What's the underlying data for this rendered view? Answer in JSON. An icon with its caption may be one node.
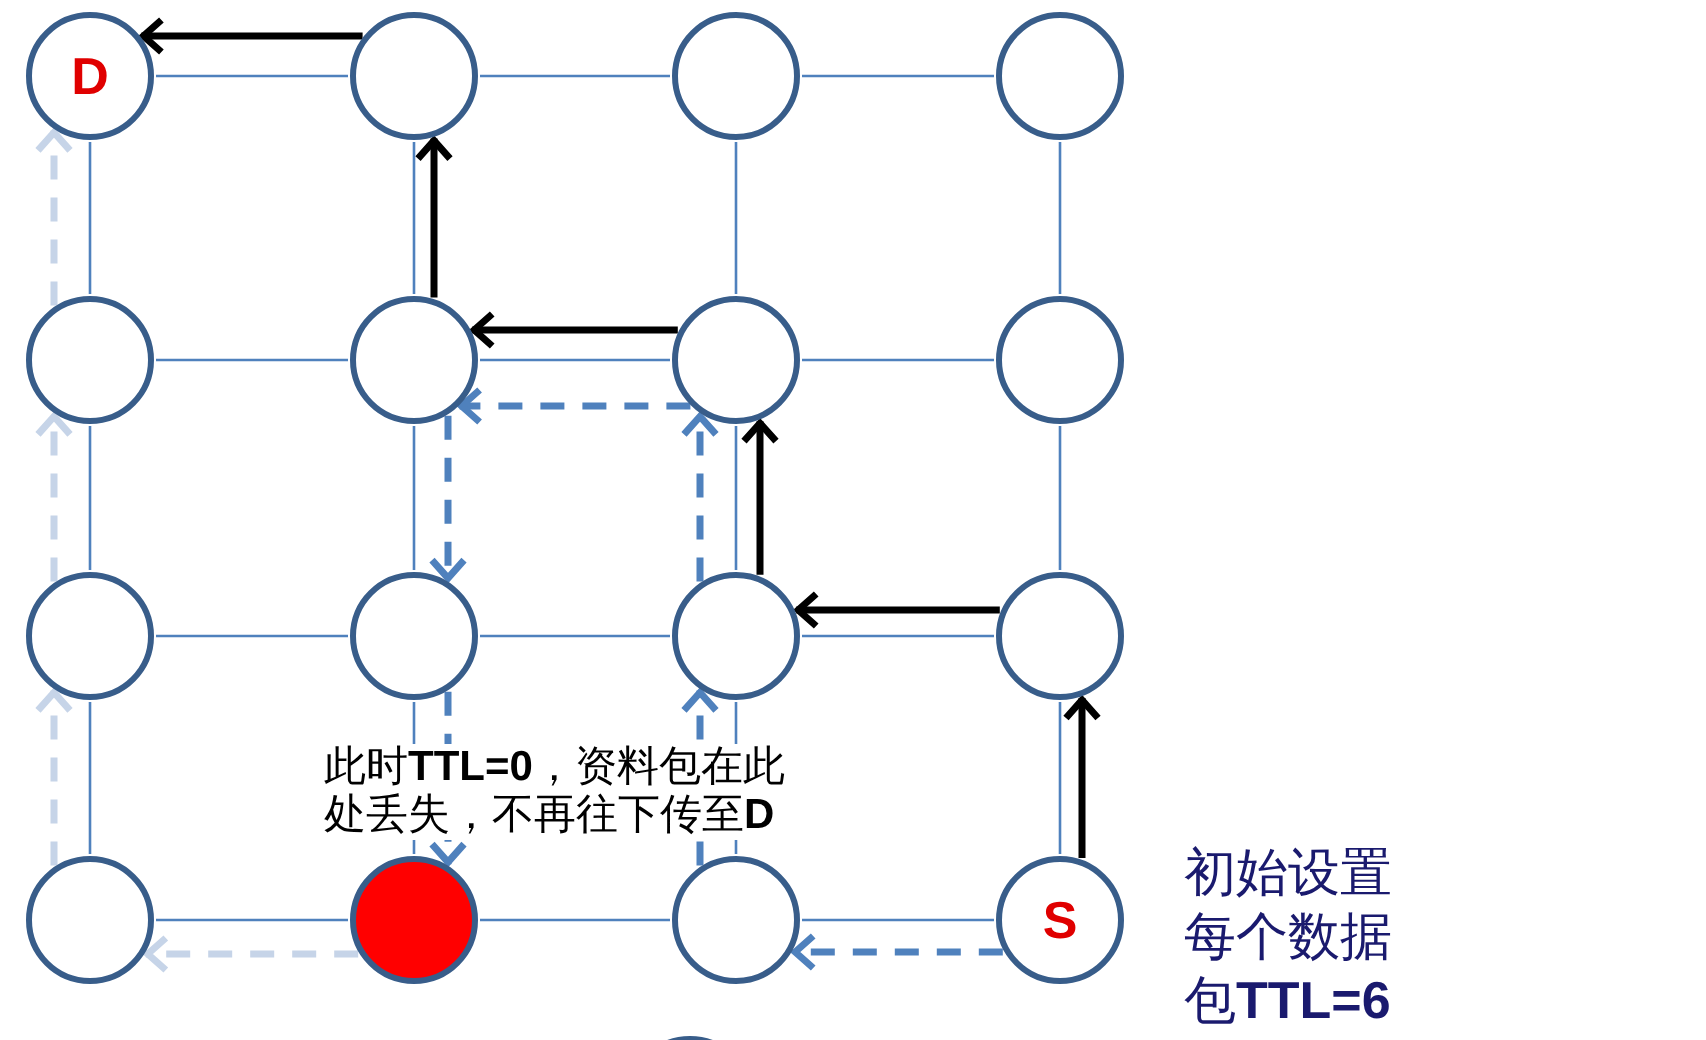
{
  "diagram": {
    "nodes": [
      {
        "text": [
          "D"
        ]
      },
      {
        "text": [],
        "shape": "circle"
      },
      {
        "text": [],
        "shape": "circle"
      },
      {
        "text": [],
        "shape": "circle"
      },
      {
        "text": [],
        "shape": "circle"
      },
      {
        "text": [],
        "shape": "circle"
      },
      {
        "text": [],
        "shape": "circle"
      },
      {
        "text": [],
        "shape": "circle"
      },
      {
        "text": [],
        "shape": "circle"
      },
      {
        "text": [],
        "shape": "circle"
      },
      {
        "text": [],
        "shape": "circle"
      },
      {
        "text": [],
        "shape": "circle"
      },
      {
        "text": [],
        "shape": "circle"
      },
      {
        "text": [],
        "shape": "circle"
      },
      {
        "text": [],
        "shape": "circle"
      },
      {
        "text": [
          "S"
        ]
      },
      {
        "text": [],
        "shape": "circle"
      }
    ],
    "edges": [
      {
        "from": 0,
        "to": 1,
        "arrow": "none"
      },
      {
        "from": 1,
        "to": 2,
        "arrow": "none"
      },
      {
        "from": 2,
        "to": 3,
        "arrow": "none"
      },
      {
        "from": 4,
        "to": 5,
        "arrow": "none"
      },
      {
        "from": 5,
        "to": 6,
        "arrow": "none"
      },
      {
        "from": 6,
        "to": 7,
        "arrow": "none"
      },
      {
        "from": 8,
        "to": 9,
        "arrow": "none"
      },
      {
        "from": 9,
        "to": 10,
        "arrow": "none"
      },
      {
        "from": 10,
        "to": 11,
        "arrow": "none"
      },
      {
        "from": 12,
        "to": 13,
        "arrow": "none"
      },
      {
        "from": 13,
        "to": 14,
        "arrow": "none"
      },
      {
        "from": 14,
        "to": 15,
        "arrow": "none"
      },
      {
        "from": 0,
        "to": 4,
        "arrow": "none"
      },
      {
        "from": 4,
        "to": 8,
        "arrow": "none"
      },
      {
        "from": 8,
        "to": 12,
        "arrow": "none"
      },
      {
        "from": 1,
        "to": 5,
        "arrow": "none"
      },
      {
        "from": 5,
        "to": 9,
        "arrow": "none"
      },
      {
        "from": 9,
        "to": 13,
        "arrow": "none"
      },
      {
        "from": 2,
        "to": 6,
        "arrow": "none"
      },
      {
        "from": 6,
        "to": 10,
        "arrow": "none"
      },
      {
        "from": 10,
        "to": 14,
        "arrow": "none"
      },
      {
        "from": 3,
        "to": 7,
        "arrow": "none"
      },
      {
        "from": 7,
        "to": 11,
        "arrow": "none"
      },
      {
        "from": 11,
        "to": 15,
        "arrow": "none"
      },
      {
        "from": 15,
        "to": 11,
        "arrow": "to",
        "style": "thick",
        "color": "#000000"
      },
      {
        "from": 11,
        "to": 10,
        "arrow": "to",
        "style": "thick",
        "color": "#000000"
      },
      {
        "from": 10,
        "to": 6,
        "arrow": "to",
        "style": "thick",
        "color": "#000000"
      },
      {
        "from": 6,
        "to": 5,
        "arrow": "to",
        "style": "thick",
        "color": "#000000"
      },
      {
        "from": 5,
        "to": 1,
        "arrow": "to",
        "style": "thick",
        "color": "#000000"
      },
      {
        "from": 1,
        "to": 0,
        "arrow": "to",
        "style": "thick",
        "color": "#000000"
      },
      {
        "from": 15,
        "to": 14,
        "arrow": "to",
        "style": "dashed"
      },
      {
        "from": 14,
        "to": 10,
        "arrow": "to",
        "style": "dashed"
      },
      {
        "from": 10,
        "to": 6,
        "arrow": "to",
        "style": "dashed"
      },
      {
        "from": 6,
        "to": 5,
        "arrow": "to",
        "style": "dashed"
      },
      {
        "from": 5,
        "to": 9,
        "arrow": "to",
        "style": "dashed"
      },
      {
        "from": 9,
        "to": 13,
        "arrow": "to",
        "style": "dashed"
      },
      {
        "from": 13,
        "to": 12,
        "arrow": "to",
        "style": "dashed",
        "color": "#c6d4e8"
      },
      {
        "from": 12,
        "to": 8,
        "arrow": "to",
        "style": "dashed",
        "color": "#c6d4e8"
      },
      {
        "from": 8,
        "to": 4,
        "arrow": "to",
        "style": "dashed",
        "color": "#c6d4e8"
      },
      {
        "from": 4,
        "to": 0,
        "arrow": "to",
        "style": "dashed",
        "color": "#c6d4e8"
      }
    ],
    "labels": [
      "此时**TTL=0**，资料包在此处丢失，不再往下传至**D**",
      "初始设置每个数据包**TTL=6**"
    ]
  }
}
